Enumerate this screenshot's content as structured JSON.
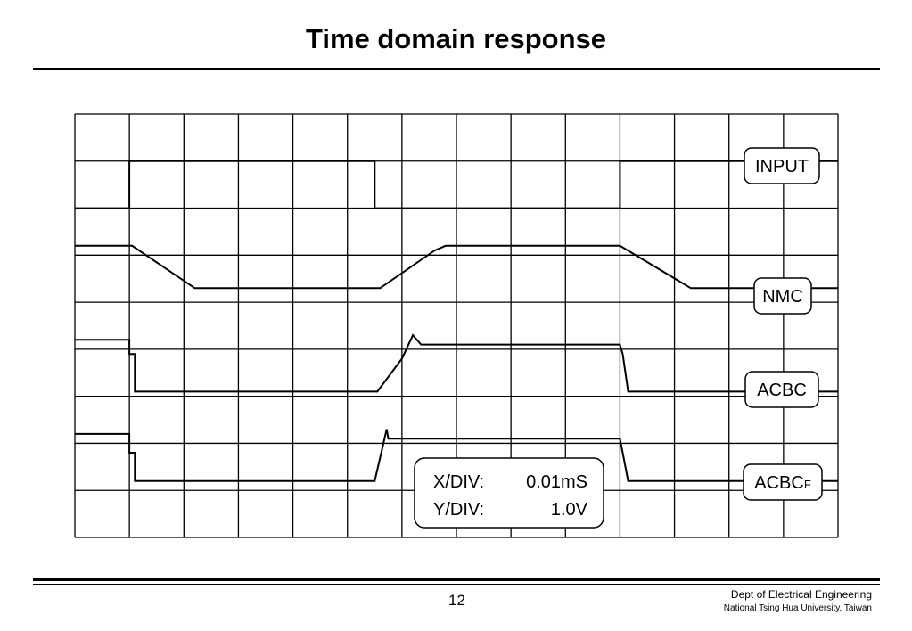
{
  "slide": {
    "title": "Time domain response",
    "page_number": "12",
    "footer_line1": "Dept of Electrical Engineering",
    "footer_line2": "National Tsing Hua University, Taiwan"
  },
  "chart_data": {
    "type": "line",
    "title": "Time domain response",
    "x_div": "0.01mS",
    "y_div": "1.0V",
    "x_div_label": "X/DIV:",
    "y_div_label": "Y/DIV:",
    "grid": true,
    "x_range_div": [
      0,
      14
    ],
    "y_range_div": [
      0,
      9
    ],
    "series": [
      {
        "name": "INPUT",
        "name_suffix": "",
        "x_div": [
          0,
          1.0,
          1.0,
          5.5,
          5.5,
          10.0,
          10.0,
          14
        ],
        "y_div": [
          7.0,
          7.0,
          8.0,
          8.0,
          7.0,
          7.0,
          8.0,
          8.0
        ]
      },
      {
        "name": "NMC",
        "name_suffix": "",
        "x_div": [
          0,
          1.05,
          2.2,
          5.6,
          6.6,
          6.8,
          10.0,
          11.3,
          14
        ],
        "y_div": [
          6.2,
          6.2,
          5.3,
          5.3,
          6.1,
          6.2,
          6.2,
          5.3,
          5.3
        ]
      },
      {
        "name": "ACBC",
        "name_suffix": "",
        "x_div": [
          0,
          1.0,
          1.0,
          1.1,
          1.1,
          5.55,
          6.0,
          6.2,
          6.35,
          10.0,
          10.05,
          10.15,
          10.15,
          14
        ],
        "y_div": [
          4.2,
          4.2,
          3.9,
          3.9,
          3.1,
          3.1,
          3.8,
          4.3,
          4.1,
          4.1,
          3.9,
          3.1,
          3.1,
          3.1
        ]
      },
      {
        "name": "ACBC",
        "name_suffix": "F",
        "x_div": [
          0,
          1.0,
          1.0,
          1.1,
          1.1,
          5.5,
          5.65,
          5.72,
          5.75,
          10.0,
          10.05,
          10.15,
          10.15,
          14
        ],
        "y_div": [
          2.2,
          2.2,
          1.8,
          1.8,
          1.2,
          1.2,
          1.95,
          2.3,
          2.1,
          2.1,
          1.8,
          1.2,
          1.2,
          1.2
        ]
      }
    ]
  }
}
